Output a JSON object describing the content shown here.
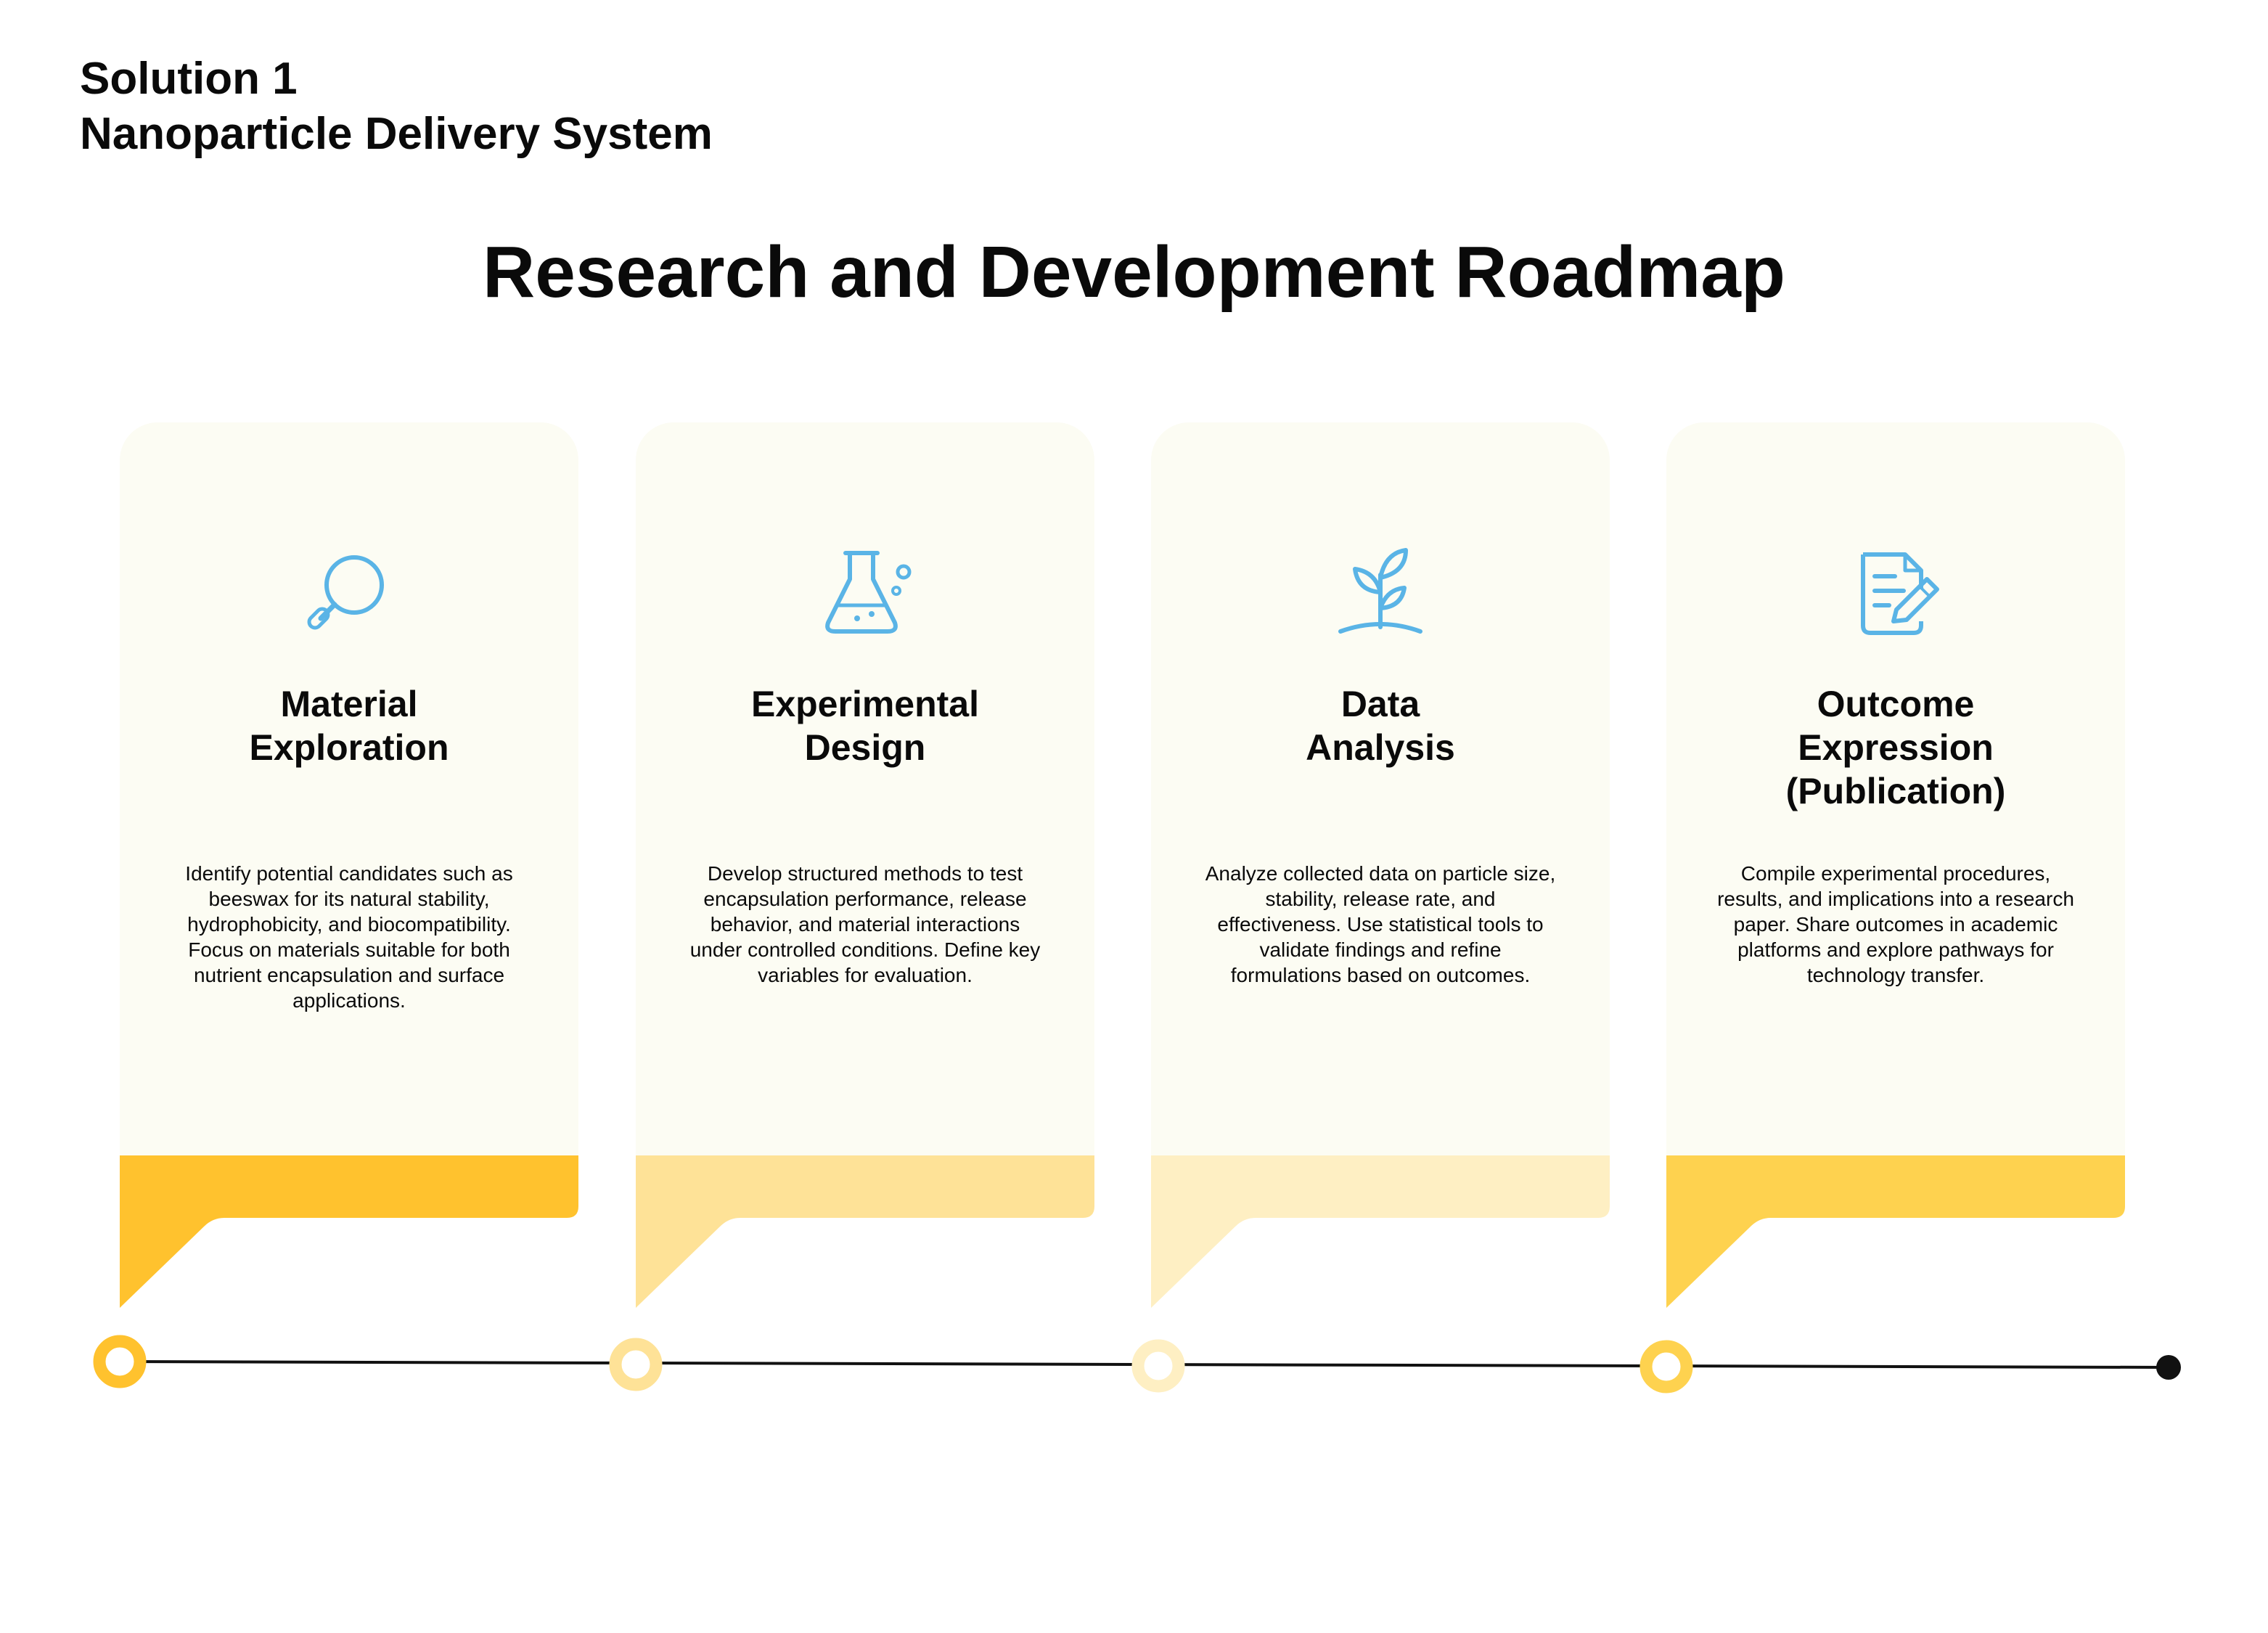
{
  "header": {
    "line1": "Solution 1",
    "line2": "Nanoparticle Delivery System"
  },
  "title": "Research and Development Roadmap",
  "steps": [
    {
      "icon": "magnifier-icon",
      "title": [
        "Material",
        "Exploration"
      ],
      "description": "Identify potential candidates such as beeswax for its natural stability, hydrophobicity, and biocompatibility. Focus on materials suitable for both nutrient encapsulation and surface applications.",
      "color": "#ffc22e"
    },
    {
      "icon": "flask-icon",
      "title": [
        "Experimental",
        "Design"
      ],
      "description": "Develop structured methods to test encapsulation performance, release behavior, and material interactions under controlled conditions. Define key variables for evaluation.",
      "color": "#fee297"
    },
    {
      "icon": "sprout-icon",
      "title": [
        "Data",
        "Analysis"
      ],
      "description": "Analyze collected data on particle size, stability, release rate, and effectiveness. Use statistical tools to validate findings and refine formulations based on outcomes.",
      "color": "#feefc3"
    },
    {
      "icon": "document-edit-icon",
      "title": [
        "Outcome",
        "Expression",
        "(Publication)"
      ],
      "description": "Compile experimental procedures, results, and implications into a research paper. Share outcomes in academic platforms and explore pathways for technology transfer.",
      "color": "#fed24f"
    }
  ],
  "colors": {
    "icon": "#5ab4e6",
    "card_background": "#fcfcf3",
    "timeline_line": "#111111"
  }
}
